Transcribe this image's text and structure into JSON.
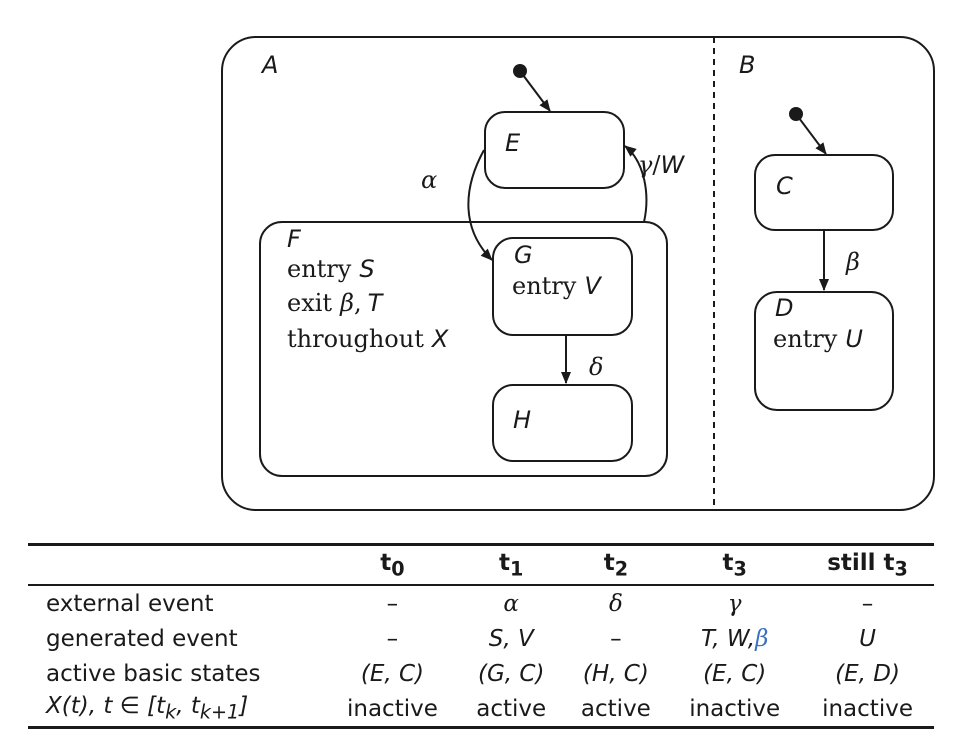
{
  "diagram": {
    "state_A": "A",
    "state_B": "B",
    "state_E": "E",
    "state_F": "F",
    "state_G": "G",
    "state_H": "H",
    "state_C": "C",
    "state_D": "D",
    "F_entry_kw": "entry",
    "F_entry_val": "S",
    "F_exit_kw": "exit",
    "F_exit_val1": "β",
    "F_exit_sep": ",",
    "F_exit_val2": "T",
    "F_throughout_kw": "throughout",
    "F_throughout_val": "X",
    "G_entry_kw": "entry",
    "G_entry_val": "V",
    "D_entry_kw": "entry",
    "D_entry_val": "U",
    "trans_alpha": "α",
    "trans_gamma": "γ",
    "trans_slash": "/",
    "trans_W": "W",
    "trans_delta": "δ",
    "trans_beta": "β"
  },
  "table": {
    "headers": [
      "",
      "t0",
      "t1",
      "t2",
      "t3",
      "still t3"
    ],
    "header_subs": [
      "",
      "0",
      "1",
      "2",
      "3",
      "3"
    ],
    "header_base": [
      "",
      "t",
      "t",
      "t",
      "t",
      "still t"
    ],
    "rows": [
      {
        "label": "external event",
        "cells": [
          "–",
          "α",
          "δ",
          "γ",
          "–"
        ]
      },
      {
        "label": "generated event",
        "cells": [
          "–",
          "S, V",
          "–",
          "T, W, β",
          "U"
        ]
      },
      {
        "label": "active basic states",
        "cells": [
          "(E, C)",
          "(G, C)",
          "(H, C)",
          "(E, C)",
          "(E, D)"
        ]
      },
      {
        "label": "X(t), t ∈ [tk, tk+1]",
        "cells": [
          "inactive",
          "active",
          "active",
          "inactive",
          "inactive"
        ]
      }
    ],
    "generated_t3": {
      "T": "T",
      "W": "W",
      "beta": "β"
    },
    "generated_t1": {
      "S": "S",
      "V": "V"
    },
    "row4_label_parts": {
      "X": "X",
      "t": "t",
      "in": "∈",
      "tk": "t",
      "k": "k",
      "tk1": "t",
      "k1": "k+1"
    }
  },
  "colors": {
    "accent_blue": "#3b6fc0",
    "ink": "#1a1a1a"
  }
}
